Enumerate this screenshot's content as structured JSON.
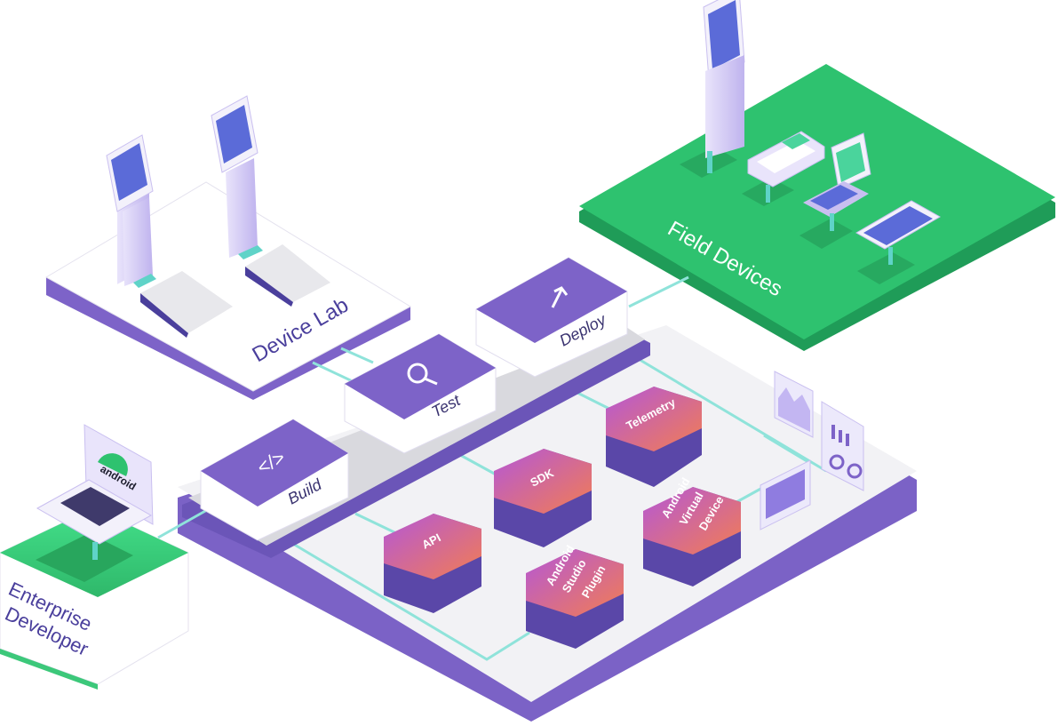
{
  "platforms": {
    "device_lab": "Device Lab",
    "field_devices": "Field Devices",
    "enterprise_developer": [
      "Enterprise",
      "Developer"
    ]
  },
  "pipeline": {
    "build": "Build",
    "test": "Test",
    "deploy": "Deploy"
  },
  "modules": {
    "telemetry": "Telemetry",
    "sdk": "SDK",
    "api": "API",
    "android_studio_plugin": [
      "Android",
      "Studio",
      "Plugin"
    ],
    "android_virtual_device": [
      "Android",
      "Virtual",
      "Device"
    ]
  },
  "laptop_logo": "android",
  "colors": {
    "purple": "#7d63c8",
    "purple_dark": "#5a47a8",
    "green": "#2dbd6e",
    "teal": "#5fd3c8",
    "hex_gradient_top": "#c25fd6",
    "hex_gradient_bottom": "#f07a54"
  }
}
